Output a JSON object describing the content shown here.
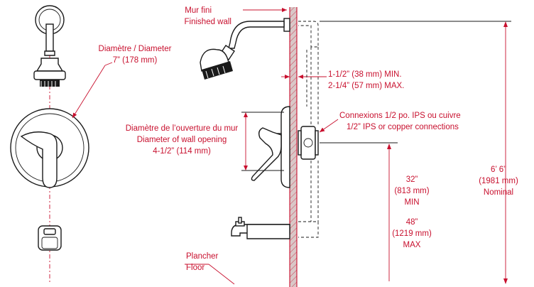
{
  "colors": {
    "annotation": "#c8102e",
    "linework": "#1a1a1a",
    "wall_fill": "#d9c7c7",
    "background": "#ffffff"
  },
  "labels": {
    "finished_wall_fr": "Mur fini",
    "finished_wall_en": "Finished wall",
    "diameter_title": "Diamètre / Diameter",
    "diameter_value": "7” (178 mm)",
    "wall_opening_fr": "Diamètre de l’ouverture du mur",
    "wall_opening_en": "Diameter of wall opening",
    "wall_opening_value": "4-1/2” (114 mm)",
    "depth_min": "1-1/2” (38 mm) MIN.",
    "depth_max": "2-1/4” (57 mm) MAX.",
    "connections_fr": "Connexions 1/2 po. IPS ou cuivre",
    "connections_en": "1/2” IPS or copper connections",
    "height_valve_in": "32”",
    "height_valve_mm": "(813 mm)",
    "height_valve_note": "MIN",
    "height_spout_in": "48”",
    "height_spout_mm": "(1219 mm)",
    "height_spout_note": "MAX",
    "height_head_ft": "6’ 6”",
    "height_head_mm": "(1981 mm)",
    "height_head_note": "Nominal",
    "floor_fr": "Plancher",
    "floor_en": "Floor"
  }
}
